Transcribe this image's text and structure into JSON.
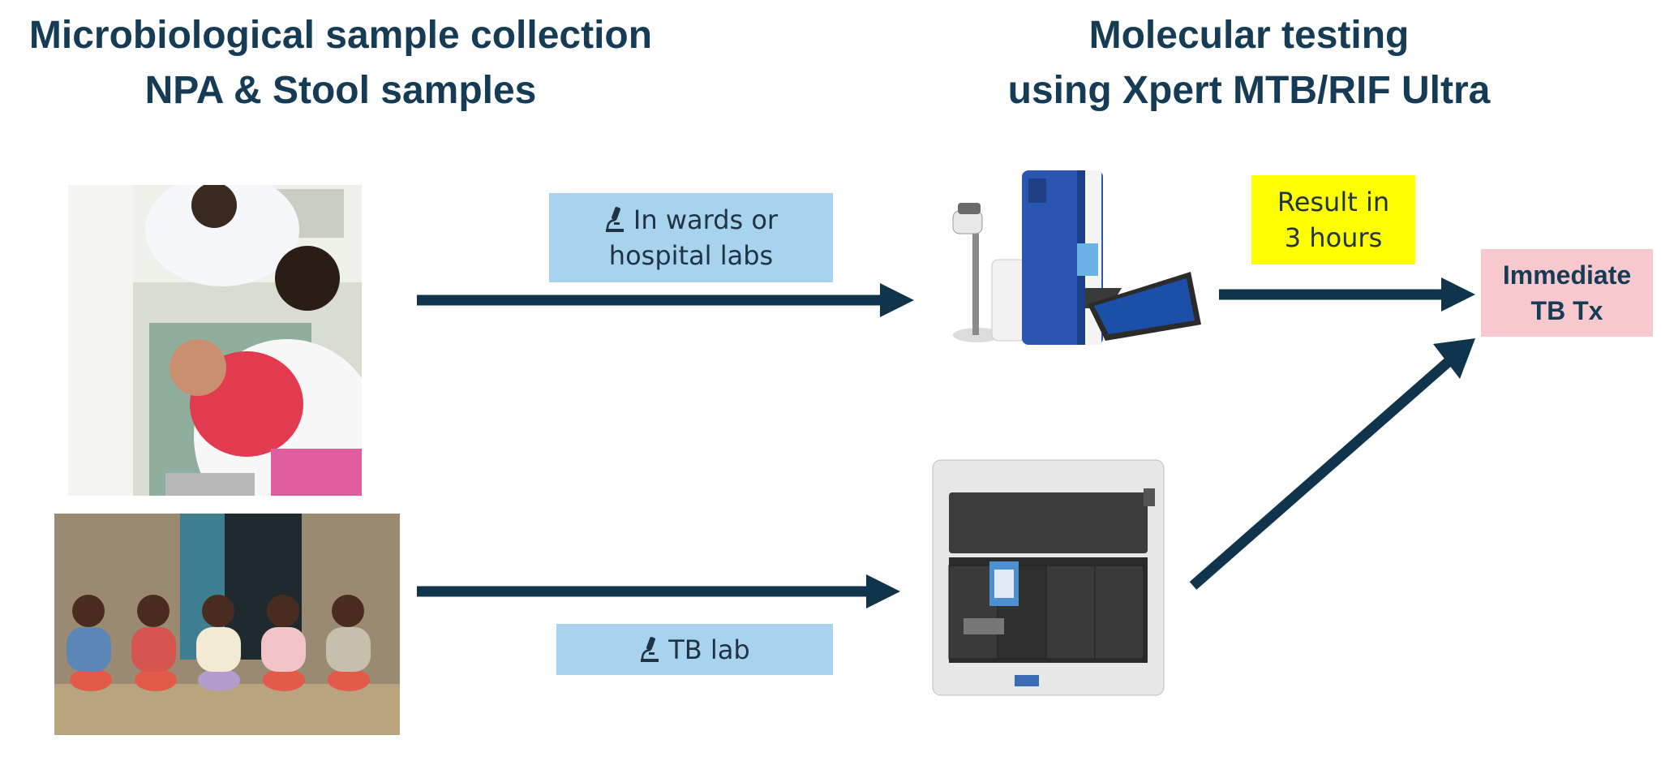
{
  "headings": {
    "left": [
      "Microbiological sample collection",
      "NPA & Stool samples"
    ],
    "right": [
      "Molecular testing",
      "using Xpert MTB/RIF Ultra"
    ]
  },
  "labels": {
    "wards": [
      "In wards or",
      "hospital labs"
    ],
    "tb_lab": "TB lab",
    "result": [
      "Result in",
      "3 hours"
    ],
    "outcome": [
      "Immediate",
      "TB Tx"
    ]
  },
  "icons": {
    "label_icon": "microscope-icon"
  },
  "colors": {
    "heading": "#163c55",
    "arrow": "#10344c",
    "blue_box": "#a7d3ef",
    "yellow_box": "#ffff00",
    "pink_box": "#f7c9cf"
  }
}
